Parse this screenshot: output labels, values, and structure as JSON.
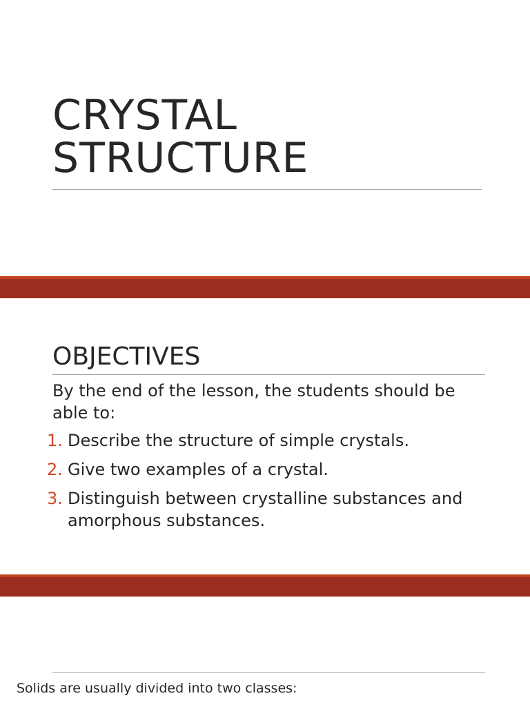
{
  "slide1": {
    "title_line1": "CRYSTAL",
    "title_line2": "STRUCTURE"
  },
  "slide2": {
    "heading": "OBJECTIVES",
    "intro": "By the end of the lesson, the students should be able to:",
    "objectives": [
      {
        "num": "1.",
        "text": "Describe the structure of simple crystals."
      },
      {
        "num": "2.",
        "text": "Give two examples of a crystal."
      },
      {
        "num": "3.",
        "text": "Distinguish between crystalline substances and amorphous substances."
      }
    ]
  },
  "slide3": {
    "text": "Solids are usually divided into two classes:"
  },
  "colors": {
    "separator": "#9b2d20",
    "separator_highlight": "#c3421f",
    "accent_number": "#d24726",
    "text": "#262626",
    "rule": "#a6a6a6"
  }
}
